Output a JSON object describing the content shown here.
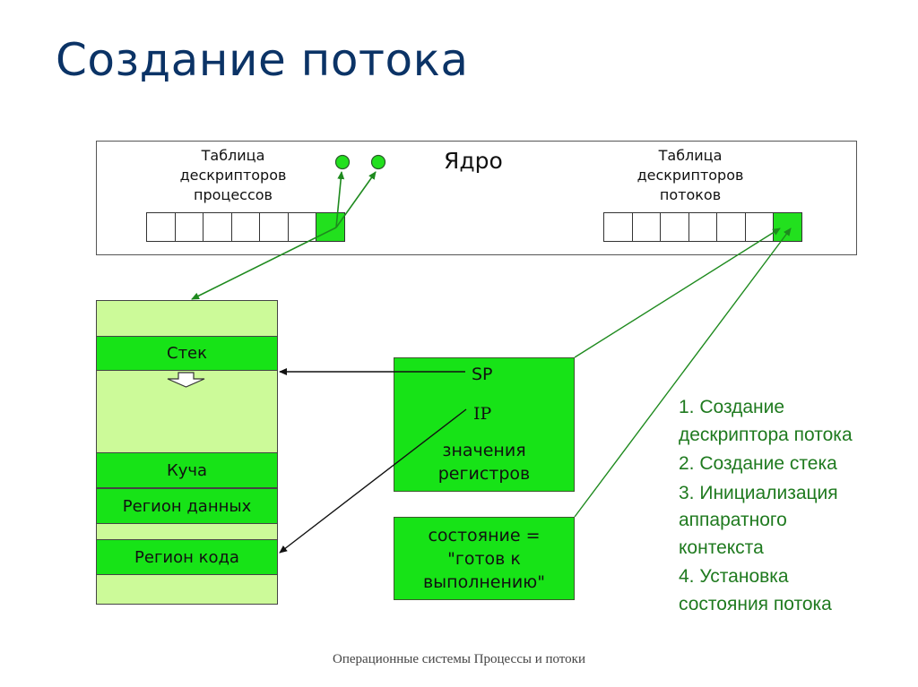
{
  "slide": {
    "title": "Создание потока",
    "footer": "Операционные системы Процессы и потоки"
  },
  "kernel": {
    "label": "Ядро",
    "process_table": {
      "caption_lines": [
        "Таблица",
        "дескрипторов",
        "процессов"
      ],
      "cell_count": 7,
      "active_cell_index": 6
    },
    "thread_table": {
      "caption_lines": [
        "Таблица",
        "дескрипторов",
        "потоков"
      ],
      "cell_count": 7,
      "active_cell_index": 6
    }
  },
  "address_space": {
    "segments": {
      "stack": "Стек",
      "heap": "Куча",
      "data": "Регион данных",
      "code": "Регион кода"
    }
  },
  "registers": {
    "sp": "SP",
    "ip": "IP",
    "caption_lines": [
      "значения",
      "регистров"
    ]
  },
  "state": {
    "lines": [
      "состояние =",
      "\"готов к",
      "выполнению\""
    ]
  },
  "steps": [
    {
      "line1": "1. Создание",
      "line2": "дескриптора потока"
    },
    {
      "line1": "2. Создание стека",
      "line2": ""
    },
    {
      "line1": "3. Инициализация",
      "line2": "аппаратного",
      "line3": "контекста"
    },
    {
      "line1": "4. Установка",
      "line2": "состояния потока"
    }
  ],
  "colors": {
    "title": "#0b3366",
    "active_green": "#22e01e",
    "segment_green": "#17e317",
    "memory_bg": "#ccfa99",
    "arrow_green": "#1e8a1e",
    "steps_text": "#1f7a1f"
  }
}
